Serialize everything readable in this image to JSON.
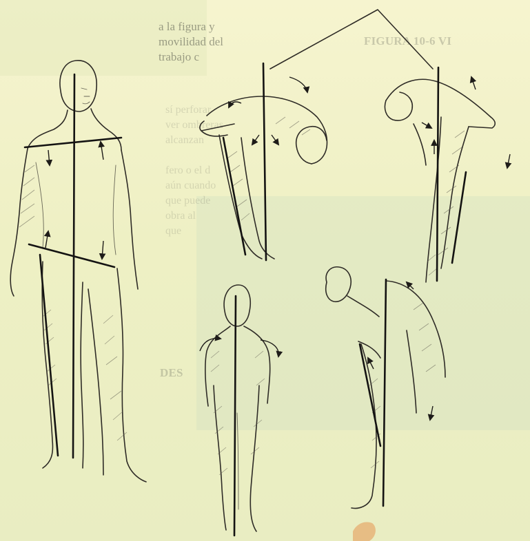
{
  "illustration": {
    "subject": "Posture alignment sketches",
    "figures": [
      "standing-front",
      "forward-bend",
      "backward-arch",
      "standing-back",
      "forward-flexion-side"
    ]
  },
  "bleed_through": {
    "heading": "FIGURA 10-6 VI",
    "right_column": [
      "a la figura y",
      "movilidad del",
      "trabajo c"
    ],
    "side_lines": [
      "sí perforar",
      "ver ombreras",
      "alcanzan",
      "fero o el d",
      "aún cuando",
      "que puede",
      "obra al",
      "que"
    ],
    "lower_heading": "DES"
  },
  "colors": {
    "paper": "#f3f1c4",
    "ink": "#2e2b26",
    "axis": "#141312"
  }
}
